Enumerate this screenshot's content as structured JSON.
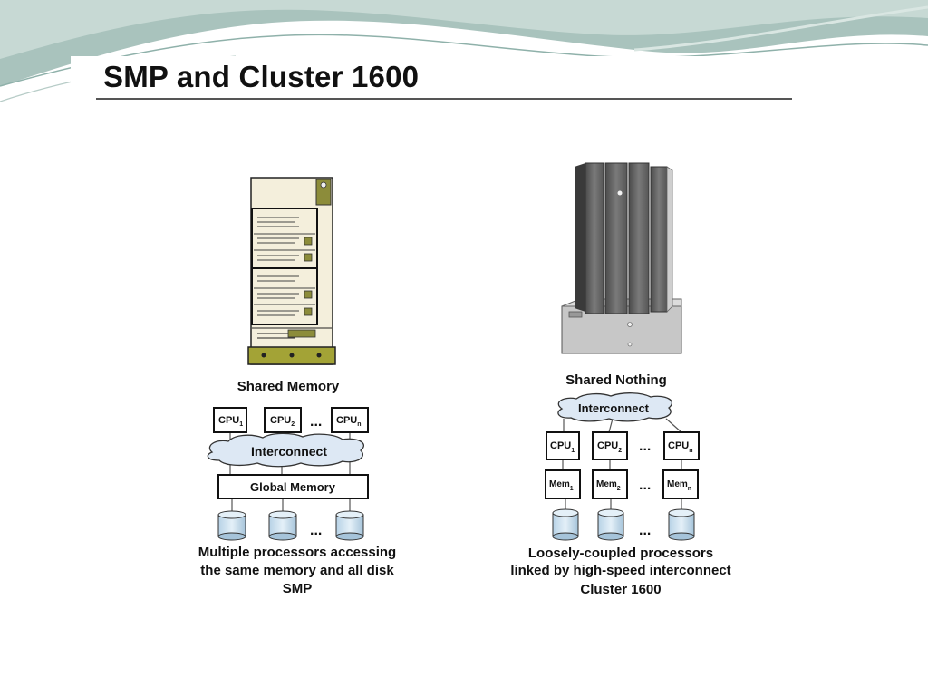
{
  "slide": {
    "title": "SMP and Cluster 1600"
  },
  "smp": {
    "heading": "Shared Memory",
    "cpus": [
      {
        "name": "CPU",
        "sub": "1"
      },
      {
        "name": "CPU",
        "sub": "2"
      },
      {
        "name": "CPU",
        "sub": "n"
      }
    ],
    "ellipsis": "...",
    "interconnect": "Interconnect",
    "memory": "Global Memory",
    "caption_line1": "Multiple processors accessing",
    "caption_line2": "the same memory and all disk",
    "caption_title": "SMP"
  },
  "cluster": {
    "heading": "Shared Nothing",
    "interconnect": "Interconnect",
    "cpus": [
      {
        "name": "CPU",
        "sub": "1"
      },
      {
        "name": "CPU",
        "sub": "2"
      },
      {
        "name": "CPU",
        "sub": "n"
      }
    ],
    "mems": [
      {
        "name": "Mem",
        "sub": "1"
      },
      {
        "name": "Mem",
        "sub": "2"
      },
      {
        "name": "Mem",
        "sub": "n"
      }
    ],
    "ellipsis": "...",
    "caption_line1": "Loosely-coupled processors",
    "caption_line2": "linked by high-speed interconnect",
    "caption_title": "Cluster 1600"
  }
}
